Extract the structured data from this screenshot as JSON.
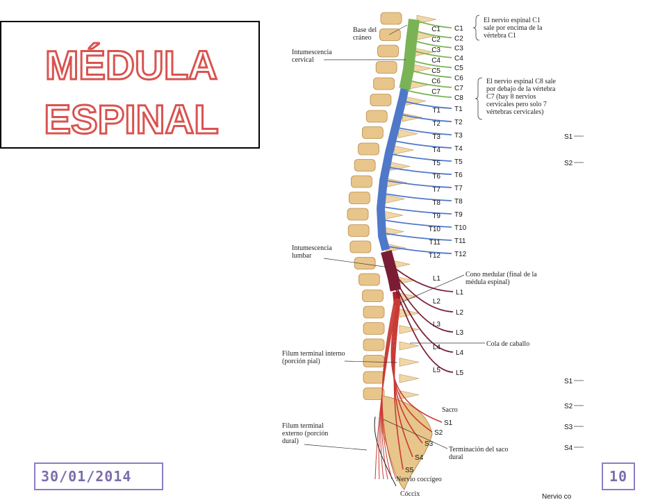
{
  "title": {
    "line1": "MÉDULA",
    "line2": "ESPINAL"
  },
  "footer": {
    "date": "30/01/2014",
    "page": "10"
  },
  "colors": {
    "title_fill": "#ffffff",
    "title_stroke": "#d9534f",
    "footer_border": "#8e7cc3",
    "footer_text": "#7c6daa",
    "cervical": "#7ab356",
    "thoracic": "#4f78c9",
    "lumbar": "#7a1d34",
    "sacral": "#b0202a",
    "cauda": "#c83a34",
    "bone": "#e8c58a"
  },
  "diagram": {
    "labels": {
      "base": [
        "Base del",
        "cráneo"
      ],
      "intum_cervical": [
        "Intumescencia",
        "cervical"
      ],
      "intum_lumbar": [
        "Intumescencia",
        "lumbar"
      ],
      "filum_int": [
        "Filum terminal interno",
        "(porción pial)"
      ],
      "filum_ext": [
        "Filum terminal",
        "externo (porción",
        "dural)"
      ]
    },
    "notes": {
      "c1": [
        "El nervio espinal C1",
        "sale por encima de la",
        "vértebra C1"
      ],
      "c8": [
        "El nervio espinal C8 sale",
        "por debajo de la vértebra",
        "C7 (hay 8 nervios",
        "cervicales pero solo 7",
        "vértebras cervicales)"
      ],
      "cono": [
        "Cono medular (final de la",
        "médula espinal)"
      ],
      "cola": "Cola de caballo",
      "saco": [
        "Terminación del saco",
        "dural"
      ],
      "coccigeo": "Nervio coccígeo",
      "coccix": "Cóccix",
      "sacro": "Sacro"
    },
    "vert_labels": [
      "C1",
      "C2",
      "C3",
      "C4",
      "C5",
      "C6",
      "C7",
      "T1",
      "T2",
      "T3",
      "T4",
      "T5",
      "T6",
      "T7",
      "T8",
      "T9",
      "T10",
      "T11",
      "T12",
      "L1",
      "L2",
      "L3",
      "L4",
      "L5"
    ],
    "nerve_labels": [
      "C1",
      "C2",
      "C3",
      "C4",
      "C5",
      "C6",
      "C7",
      "C8",
      "T1",
      "T2",
      "T3",
      "T4",
      "T5",
      "T6",
      "T7",
      "T8",
      "T9",
      "T10",
      "T11",
      "T12",
      "L1",
      "L2",
      "L3",
      "L4",
      "L5"
    ],
    "sacral_labels": [
      "S1",
      "S2",
      "S3",
      "S4",
      "S5"
    ],
    "right_edge": {
      "s1a": "S1",
      "s2a": "S2",
      "s1b": "S1",
      "s2b": "S2",
      "s3b": "S3",
      "s4b": "S4",
      "bottom": "Nervio co"
    }
  }
}
